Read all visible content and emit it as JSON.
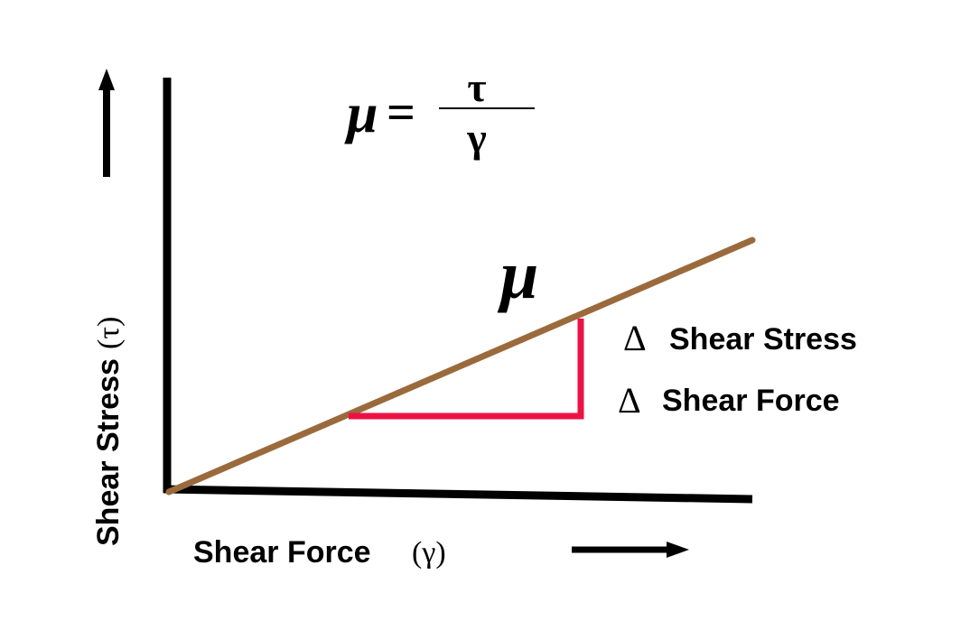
{
  "formula": {
    "lhs": "μ",
    "equals": "=",
    "numerator": "τ",
    "denominator": "γ"
  },
  "line_label": "μ",
  "delta_labels": {
    "stress_symbol": "Δ",
    "stress_text": "Shear Stress",
    "force_symbol": "Δ",
    "force_text": "Shear Force"
  },
  "y_axis": {
    "text": "Shear Stress",
    "symbol": "(τ)"
  },
  "x_axis": {
    "text": "Shear Force",
    "symbol": "(γ)"
  },
  "colors": {
    "axis": "#000000",
    "line": "#9b6a3c",
    "triangle": "#ee1144",
    "text": "#000000",
    "background": "#ffffff"
  }
}
